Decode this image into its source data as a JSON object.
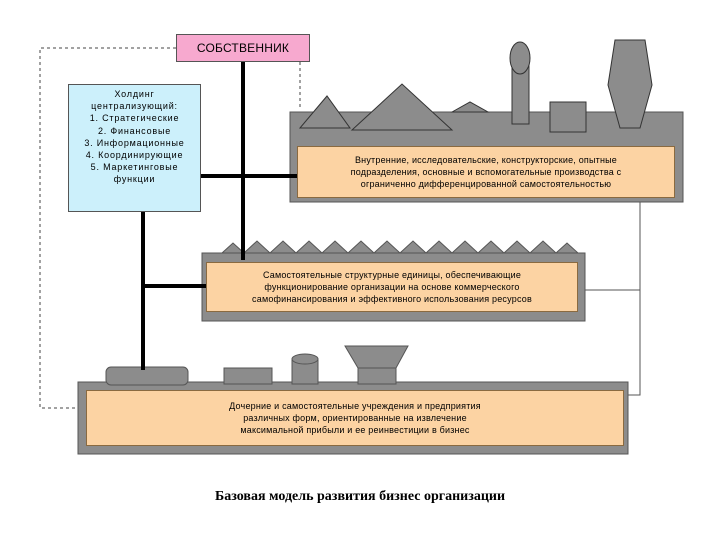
{
  "owner": {
    "label": "СОБСТВЕННИК"
  },
  "holding": {
    "lines": [
      "Холдинг",
      "централизующий:",
      "1. Стратегические",
      "2. Финансовые",
      "3. Информационные",
      "4. Координирующие",
      "5. Маркетинговые",
      "функции"
    ]
  },
  "internal": {
    "lines": [
      "Внутренние, исследовательские, конструкторские, опытные",
      "подразделения, основные и вспомогательные производства с",
      "ограниченно дифференцированной самостоятельностью"
    ]
  },
  "structural": {
    "lines": [
      "Самостоятельные структурные единицы, обеспечивающие",
      "функционирование организации на основе коммерческого",
      "самофинансирования и эффективного использования ресурсов"
    ]
  },
  "subsidiary": {
    "lines": [
      "Дочерние и самостоятельные учреждения и предприятия",
      "различных форм, ориентированные на извлечение",
      "максимальной прибыли и ее реинвестиции в бизнес"
    ]
  },
  "caption": "Базовая модель развития бизнес организации",
  "colors": {
    "owner": "#f7a9cf",
    "holding": "#ccf0fb",
    "block": "#fcd3a3",
    "factory": "#8c8c8c"
  }
}
